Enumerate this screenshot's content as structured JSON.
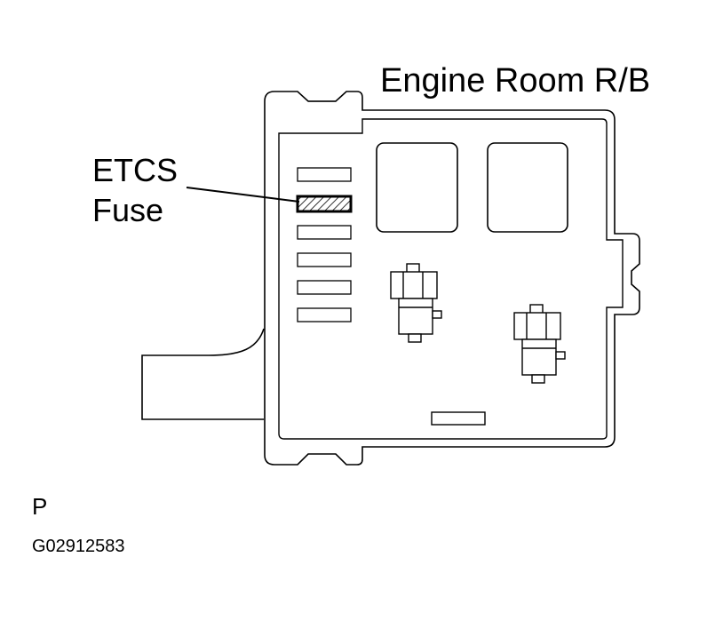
{
  "title": "Engine Room R/B",
  "callout": {
    "line1": "ETCS",
    "line2": "Fuse"
  },
  "view_letter": "P",
  "figure_id": "G02912583",
  "colors": {
    "ink": "#000000",
    "background": "#ffffff"
  }
}
